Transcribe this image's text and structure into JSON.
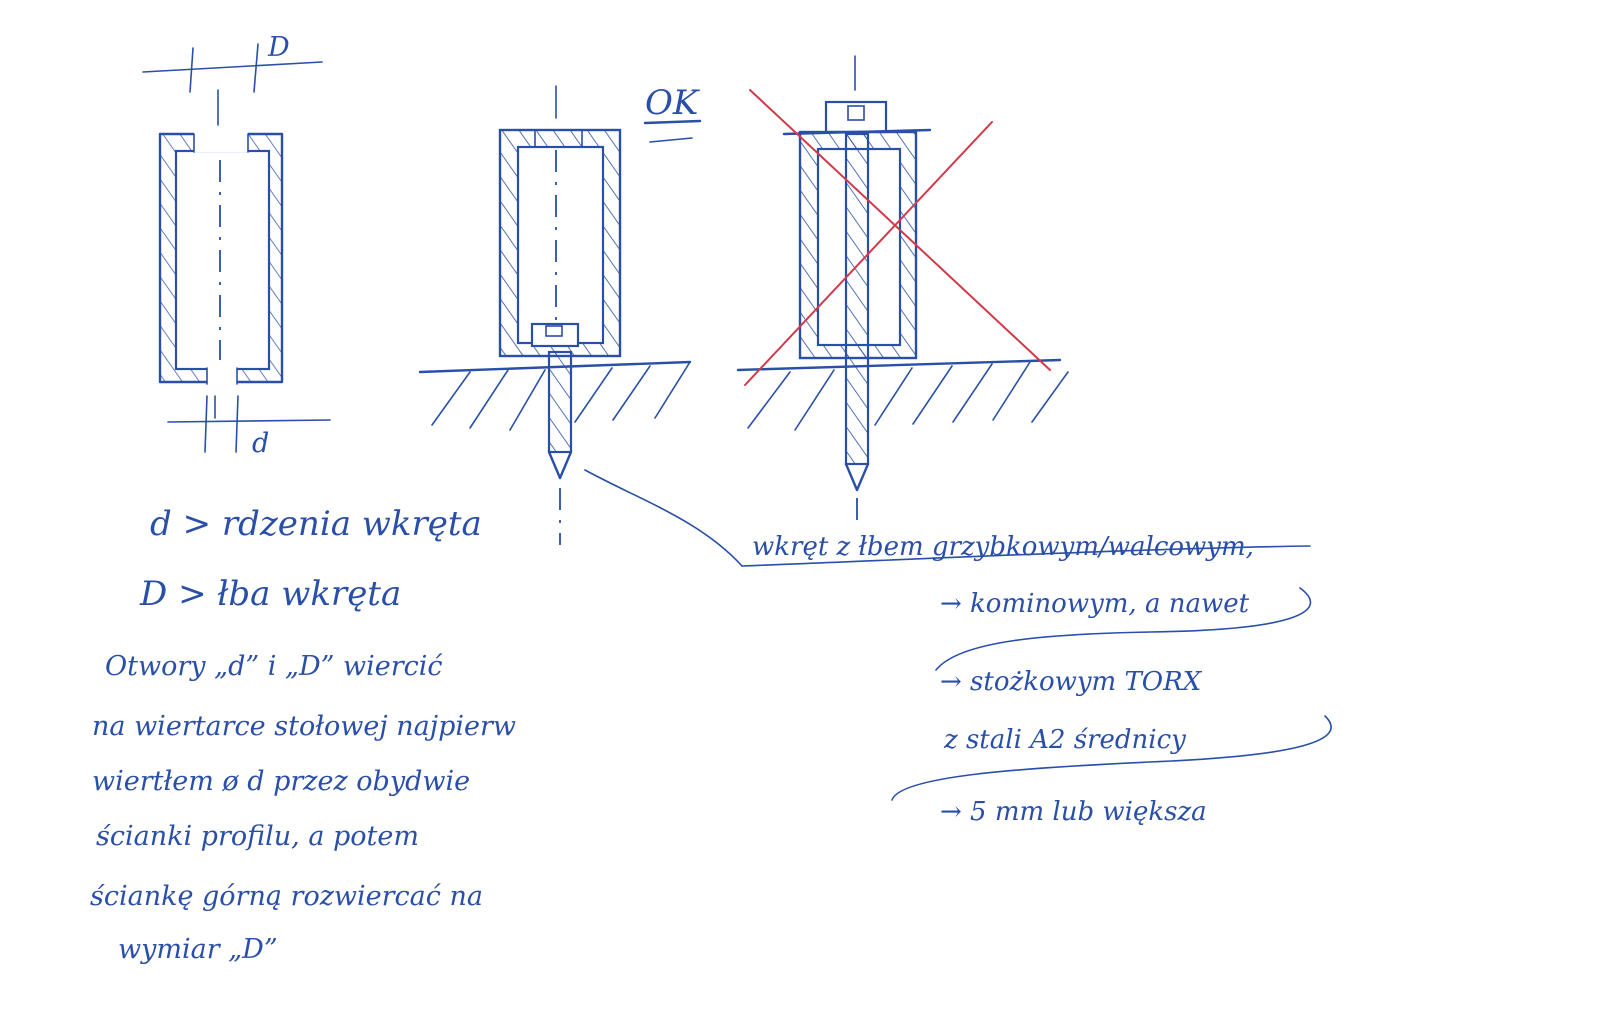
{
  "labels": {
    "dim_D": "D",
    "dim_d": "d",
    "ok": "OK"
  },
  "legend": {
    "d_line": "d > rdzenia wkręta",
    "D_line": "D > łba wkręta"
  },
  "note_left": [
    "Otwory „d” i „D” wiercić",
    "na wiertarce stołowej najpierw",
    "wiertłem ø d przez obydwie",
    "ścianki profilu, a potem",
    "ściankę górną rozwiercać na",
    "wymiar „D”"
  ],
  "note_right": [
    "wkręt z łbem grzybkowym/walcowym,",
    "→ kominowym, a nawet",
    "→ stożkowym TORX",
    "z stali A2 średnicy",
    "→ 5 mm lub większa"
  ],
  "colors": {
    "ink": "#2a4fa8",
    "red_cross": "#d23a4a",
    "paper": "#ffffff"
  }
}
